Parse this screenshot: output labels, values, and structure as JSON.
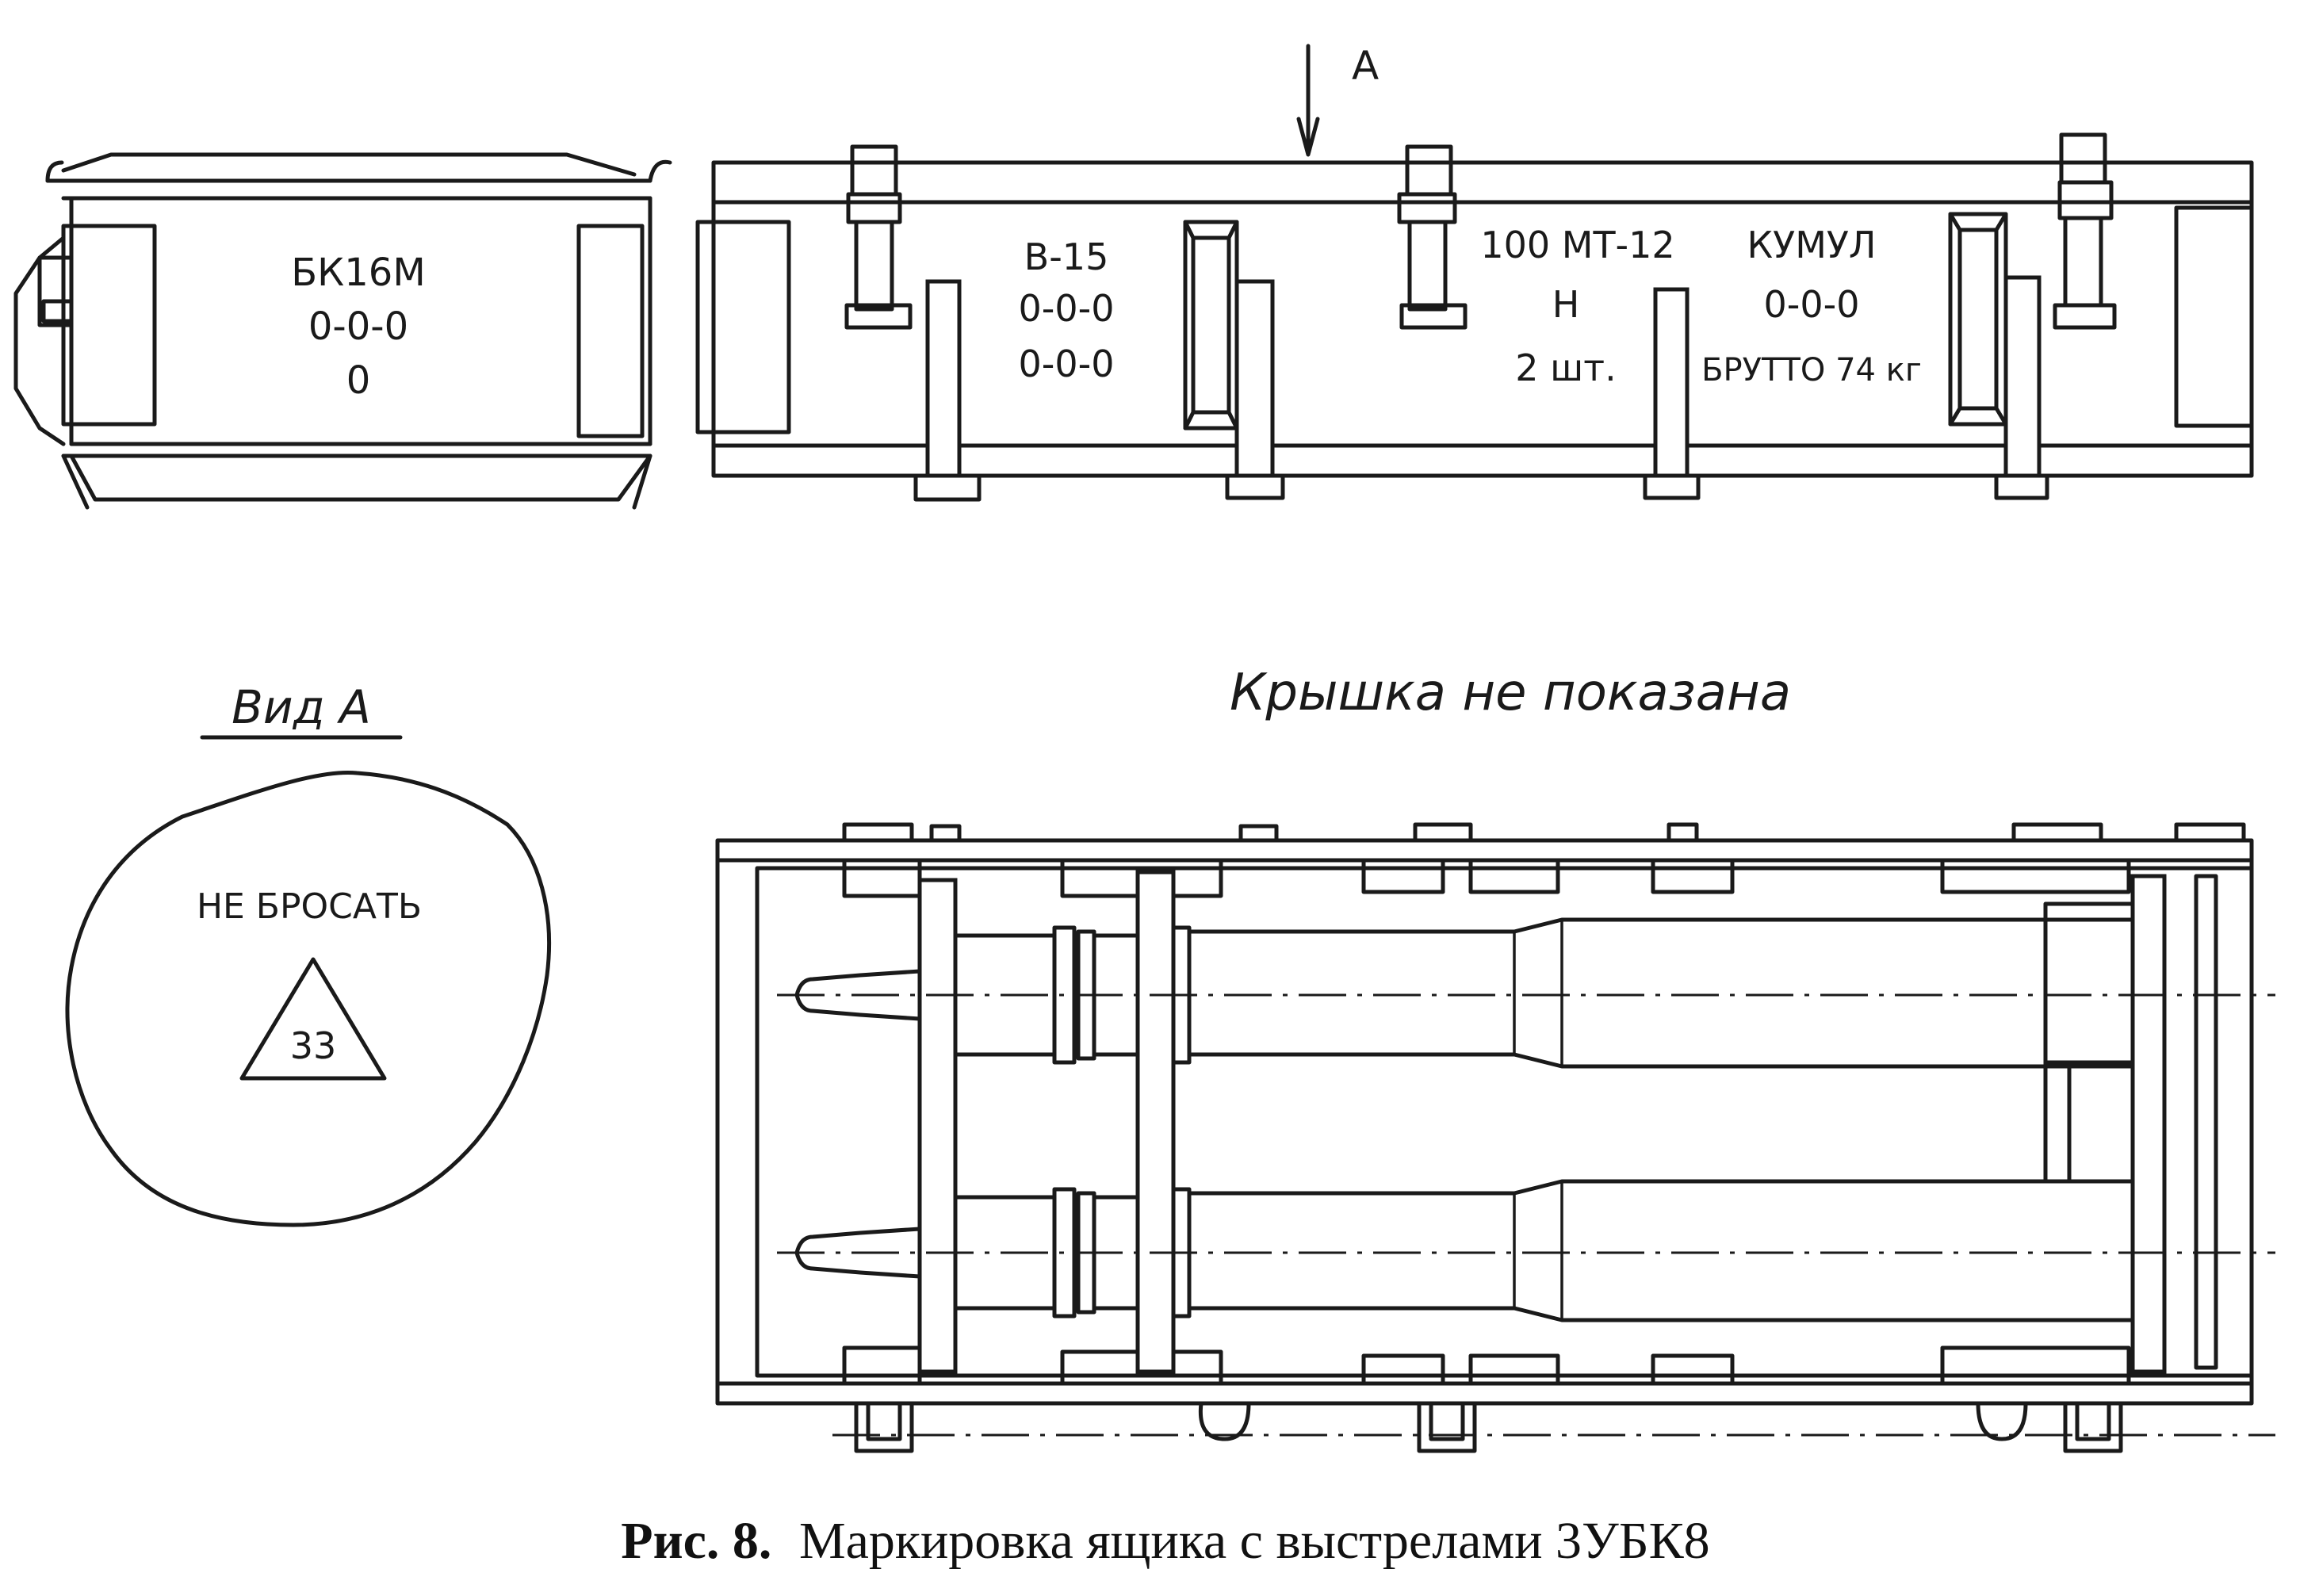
{
  "view_a_label": "Вид А",
  "arrow_label": "А",
  "lid_note": "Крышка не показана",
  "end_face_marking": [
    "БК16М",
    "0-0-0",
    "0"
  ],
  "side_marking_left": [
    "В-15",
    "0-0-0",
    "0-0-0"
  ],
  "side_marking_center": [
    "100 МТ-12",
    "Н",
    "2 шт."
  ],
  "side_marking_right": [
    "КУМУЛ",
    "0-0-0",
    "БРУТТО 74 кг"
  ],
  "view_a_marking": "НЕ БРОСАТЬ",
  "hazard_number": "33",
  "caption_prefix": "Рис. 8.",
  "caption_text": "Маркировка ящика с выстрелами 3УБК8"
}
